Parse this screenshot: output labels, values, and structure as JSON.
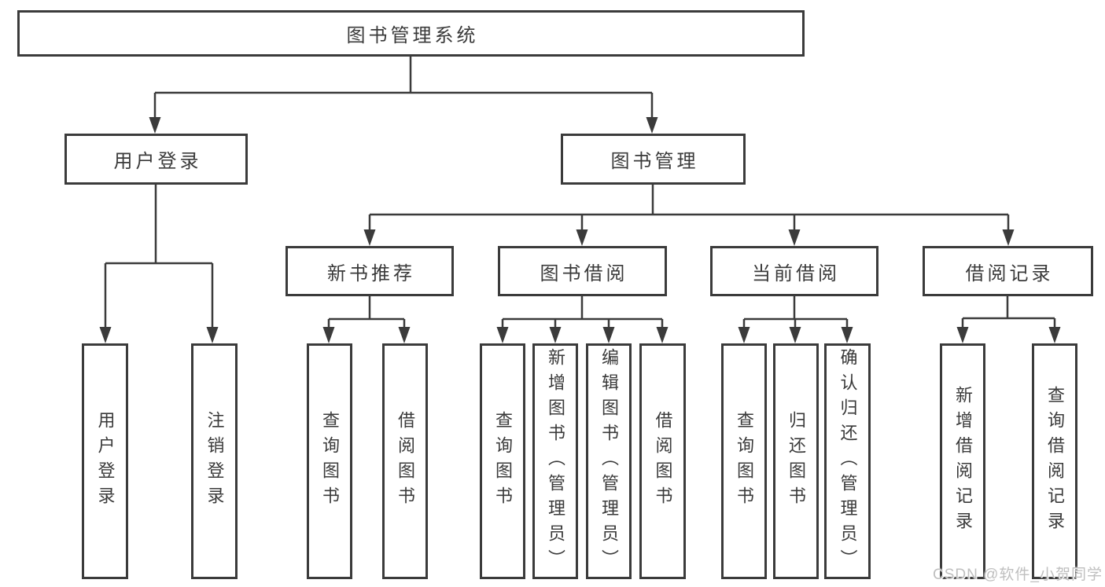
{
  "diagram": {
    "title": "图书管理系统",
    "watermark": "CSDN @软件_小贺同学",
    "colors": {
      "line": "#3b3b3b",
      "text": "#3a3a3a",
      "watermark": "#bfbfbf",
      "background": "#ffffff"
    },
    "tree": {
      "label": "图书管理系统",
      "children": [
        {
          "label": "用户登录",
          "children": [
            {
              "label": "用户登录"
            },
            {
              "label": "注销登录"
            }
          ]
        },
        {
          "label": "图书管理",
          "children": [
            {
              "label": "新书推荐",
              "children": [
                {
                  "label": "查询图书"
                },
                {
                  "label": "借阅图书"
                }
              ]
            },
            {
              "label": "图书借阅",
              "children": [
                {
                  "label": "查询图书"
                },
                {
                  "label": "新增图书（管理员）"
                },
                {
                  "label": "编辑图书（管理员）"
                },
                {
                  "label": "借阅图书"
                }
              ]
            },
            {
              "label": "当前借阅",
              "children": [
                {
                  "label": "查询图书"
                },
                {
                  "label": "归还图书"
                },
                {
                  "label": "确认归还（管理员）"
                }
              ]
            },
            {
              "label": "借阅记录",
              "children": [
                {
                  "label": "新增借阅记录"
                },
                {
                  "label": "查询借阅记录"
                }
              ]
            }
          ]
        }
      ]
    }
  }
}
